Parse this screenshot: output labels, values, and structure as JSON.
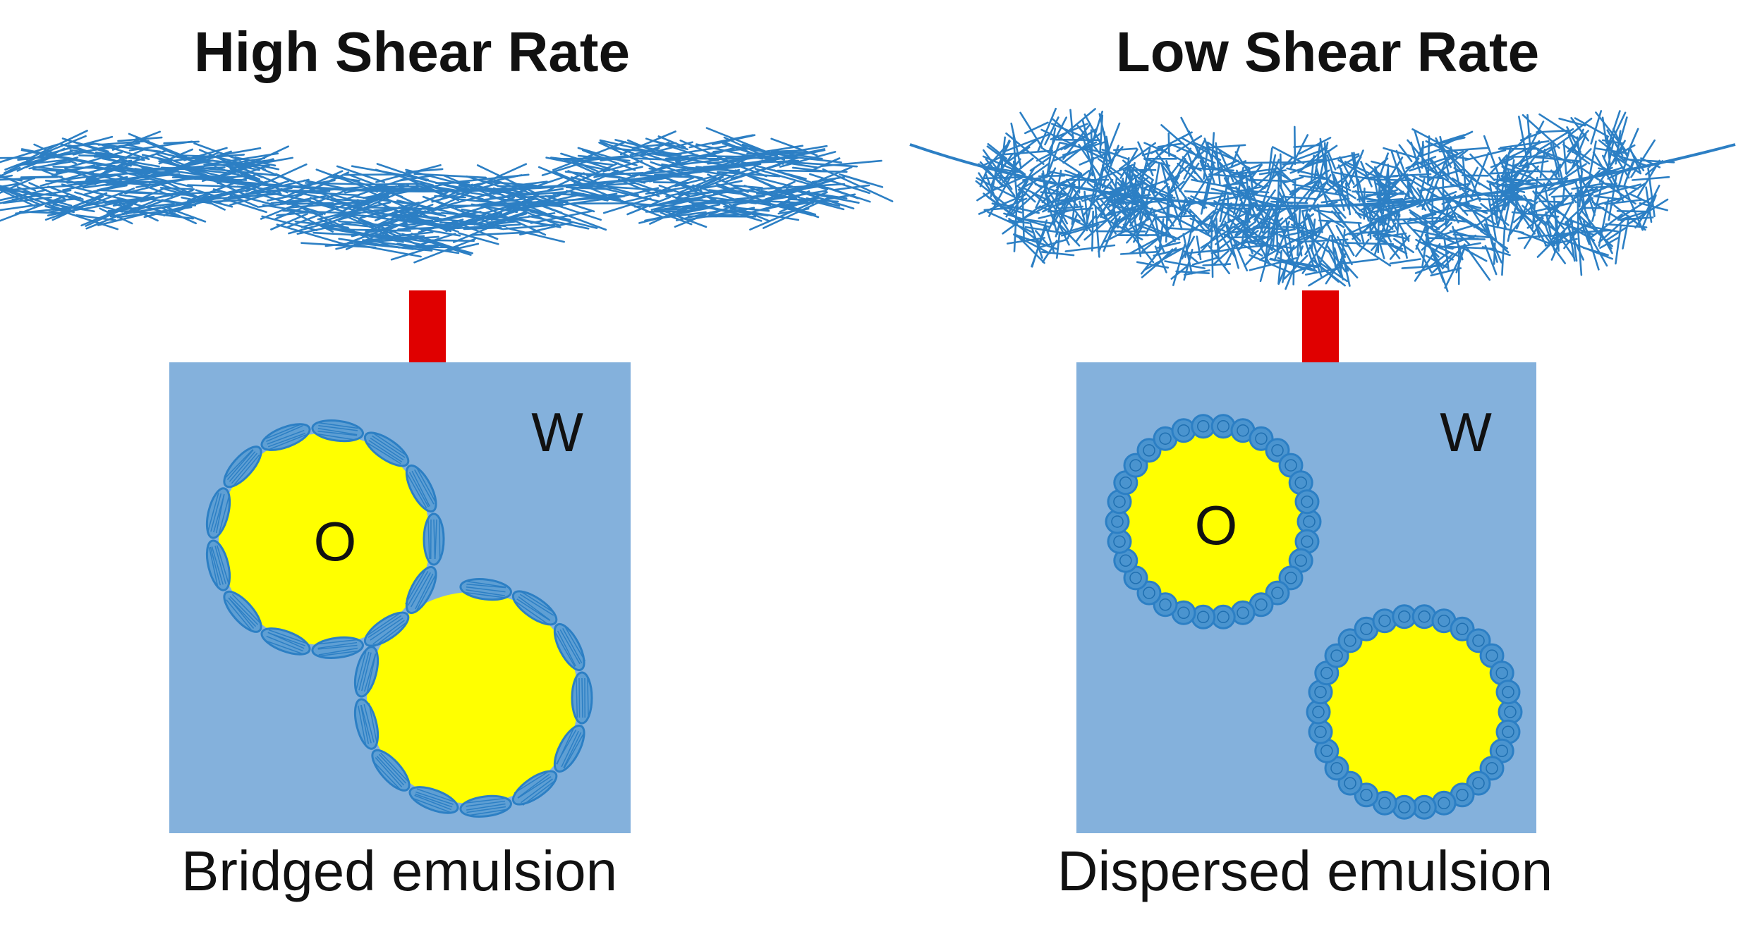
{
  "left": {
    "title": "High Shear Rate",
    "caption": "Bridged emulsion",
    "water_label": "W",
    "oil_label": "O"
  },
  "right": {
    "title": "Low Shear Rate",
    "caption": "Dispersed emulsion",
    "water_label": "W",
    "oil_label": "O"
  },
  "colors": {
    "fiber": "#2c7fc4",
    "water": "#84b1dc",
    "oil": "#ffff00",
    "arrow": "#e00000",
    "text": "#111111"
  }
}
